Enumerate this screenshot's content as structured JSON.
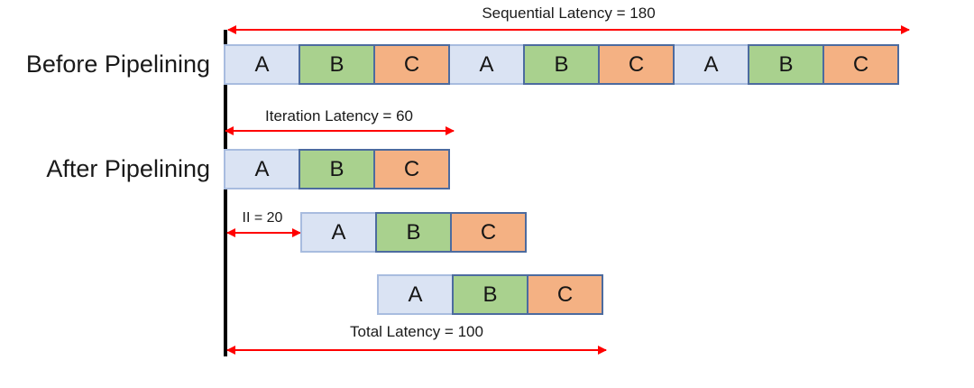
{
  "diagram": {
    "row_labels": {
      "before": "Before Pipelining",
      "after": "After Pipelining"
    },
    "annotations": {
      "sequential_latency": "Sequential Latency = 180",
      "iteration_latency": "Iteration Latency = 60",
      "initiation_interval": "II = 20",
      "total_latency": "Total Latency = 100"
    },
    "blocks": {
      "before": [
        "A",
        "B",
        "C",
        "A",
        "B",
        "C",
        "A",
        "B",
        "C"
      ],
      "after_iter1": [
        "A",
        "B",
        "C"
      ],
      "after_iter2": [
        "A",
        "B",
        "C"
      ],
      "after_iter3": [
        "A",
        "B",
        "C"
      ]
    },
    "colors": {
      "stage_a_fill": "#dae3f3",
      "stage_a_border": "#a8bcdf",
      "stage_b_fill": "#a9d18e",
      "stage_c_fill": "#f4b183",
      "stage_bc_border": "#4c6b9f",
      "arrow_red": "#ff0000",
      "timeline_black": "#000000"
    }
  }
}
